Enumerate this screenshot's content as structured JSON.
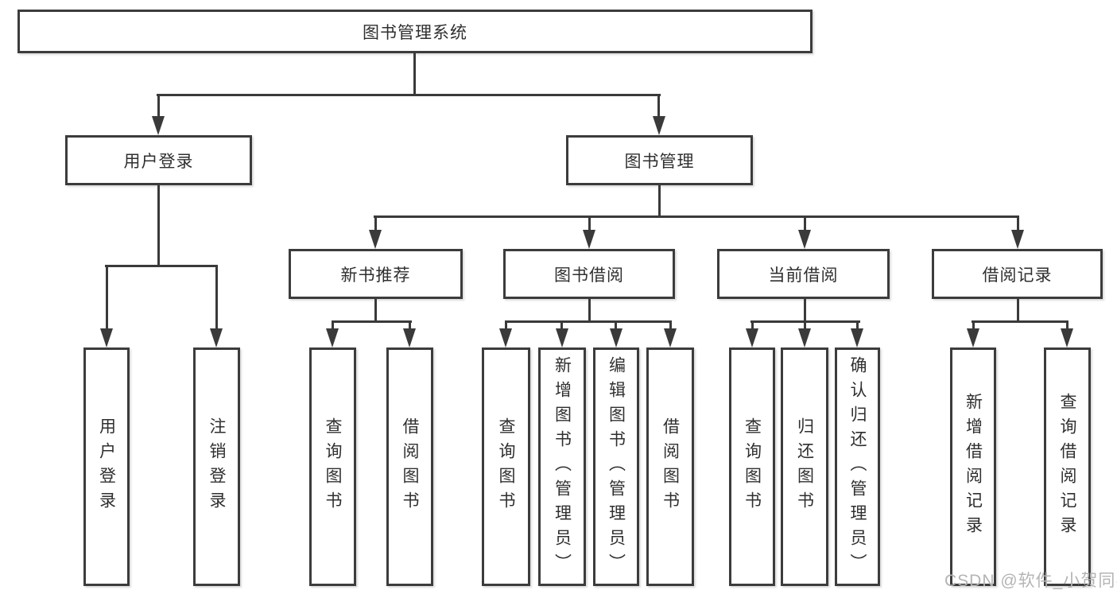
{
  "diagram": {
    "watermark": "CSDN @软件_小贺同学",
    "colors": {
      "line": "#3a3a3a",
      "border": "#3c3c3c",
      "text": "#2f2f2f",
      "watermark": "#b4b4b4",
      "background": "#ffffff"
    },
    "tree": {
      "label": "图书管理系统",
      "children": [
        {
          "label": "用户登录",
          "children": [
            {
              "label": "用户登录"
            },
            {
              "label": "注销登录"
            }
          ]
        },
        {
          "label": "图书管理",
          "children": [
            {
              "label": "新书推荐",
              "children": [
                {
                  "label": "查询图书"
                },
                {
                  "label": "借阅图书"
                }
              ]
            },
            {
              "label": "图书借阅",
              "children": [
                {
                  "label": "查询图书"
                },
                {
                  "label": "新增图书（管理员）"
                },
                {
                  "label": "编辑图书（管理员）"
                },
                {
                  "label": "借阅图书"
                }
              ]
            },
            {
              "label": "当前借阅",
              "children": [
                {
                  "label": "查询图书"
                },
                {
                  "label": "归还图书"
                },
                {
                  "label": "确认归还（管理员）"
                }
              ]
            },
            {
              "label": "借阅记录",
              "children": [
                {
                  "label": "新增借阅记录"
                },
                {
                  "label": "查询借阅记录"
                }
              ]
            }
          ]
        }
      ]
    }
  }
}
